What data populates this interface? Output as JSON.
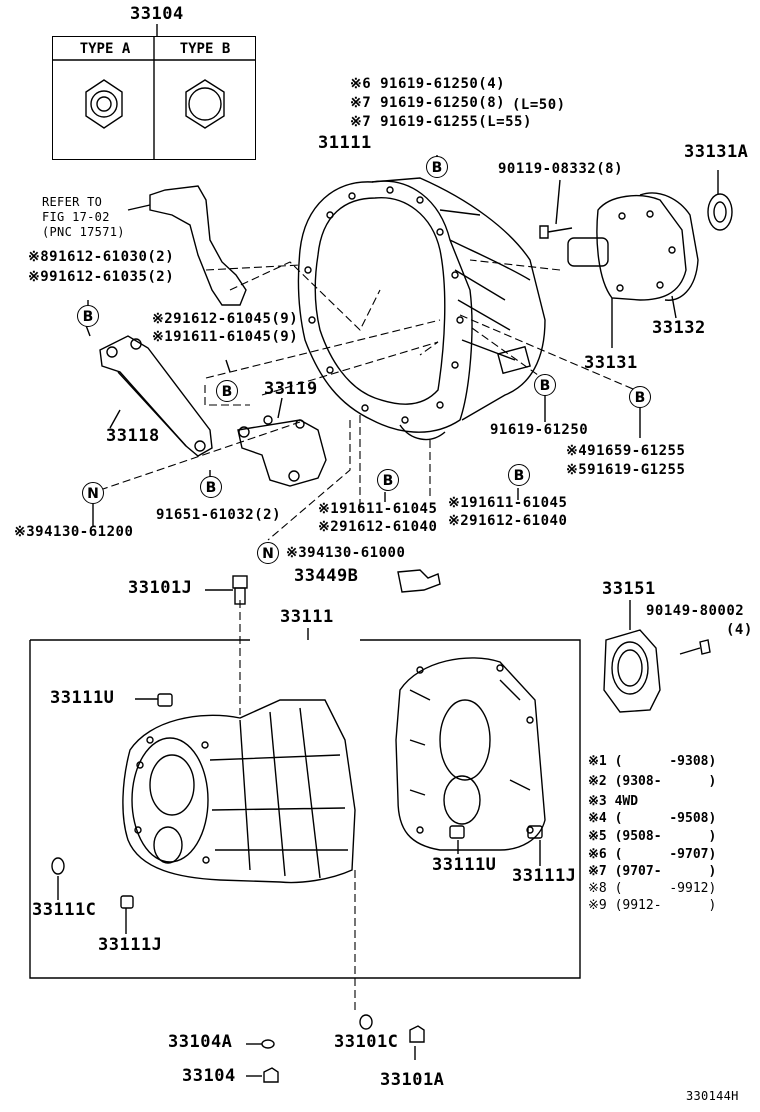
{
  "top_part": "33104",
  "type_table": {
    "type_a": "TYPE A",
    "type_b": "TYPE B"
  },
  "refer_note": {
    "line1": "REFER TO",
    "line2": "FIG 17-02",
    "line3": "(PNC 17571)"
  },
  "labels": {
    "p_6_91619_61250": "※6 91619-61250(4)",
    "p_7_91619_61250": "※7 91619-61250(8)",
    "p_7_l50": "(L=50)",
    "p_7_91619_g1255": "※7 91619-G1255(L=55)",
    "p_31111": "31111",
    "p_90119": "90119-08332(8)",
    "p_33131a": "33131A",
    "p_8_91612_61030": "※891612-61030(2)",
    "p_9_91612_61035": "※991612-61035(2)",
    "p_2_91612_61045": "※291612-61045(9)",
    "p_1_91611_61045": "※191611-61045(9)",
    "p_33132": "33132",
    "p_33131": "33131",
    "p_33119": "33119",
    "p_33118": "33118",
    "p_91619_61250": "91619-61250",
    "p_4_91659_61255": "※491659-61255",
    "p_5_91619_g1255": "※591619-G1255",
    "p_91651": "91651-61032(2)",
    "p_1_91611_61045_b": "※191611-61045",
    "p_2_91612_61040_b": "※291612-61040",
    "p_1_91611_61045_c": "※191611-61045",
    "p_2_91612_61040_c": "※291612-61040",
    "p_3_94130_61200": "※394130-61200",
    "p_3_94130_61000": "※394130-61000",
    "p_33101j": "33101J",
    "p_33449b": "33449B",
    "p_33151": "33151",
    "p_90149": "90149-80002",
    "p_90149_qty": "(4)",
    "p_33111": "33111",
    "p_33111u_a": "33111U",
    "p_33111u_b": "33111U",
    "p_33111j_a": "33111J",
    "p_33111c": "33111C",
    "p_33111j_b": "33111J",
    "p_33104a": "33104A",
    "p_33101c": "33101C",
    "p_33104": "33104",
    "p_33101a": "33101A",
    "fig_code": "330144H"
  },
  "circles": {
    "b": "B",
    "n": "N"
  },
  "legend": [
    {
      "mark": "※1",
      "text": "(      -9308)"
    },
    {
      "mark": "※2",
      "text": "(9308-      )"
    },
    {
      "mark": "※3",
      "text": "4WD"
    },
    {
      "mark": "※4",
      "text": "(      -9508)"
    },
    {
      "mark": "※5",
      "text": "(9508-      )"
    },
    {
      "mark": "※6",
      "text": "(      -9707)"
    },
    {
      "mark": "※7",
      "text": "(9707-      )"
    },
    {
      "mark": "※8",
      "text": "(      -9912)"
    },
    {
      "mark": "※9",
      "text": "(9912-      )"
    }
  ]
}
